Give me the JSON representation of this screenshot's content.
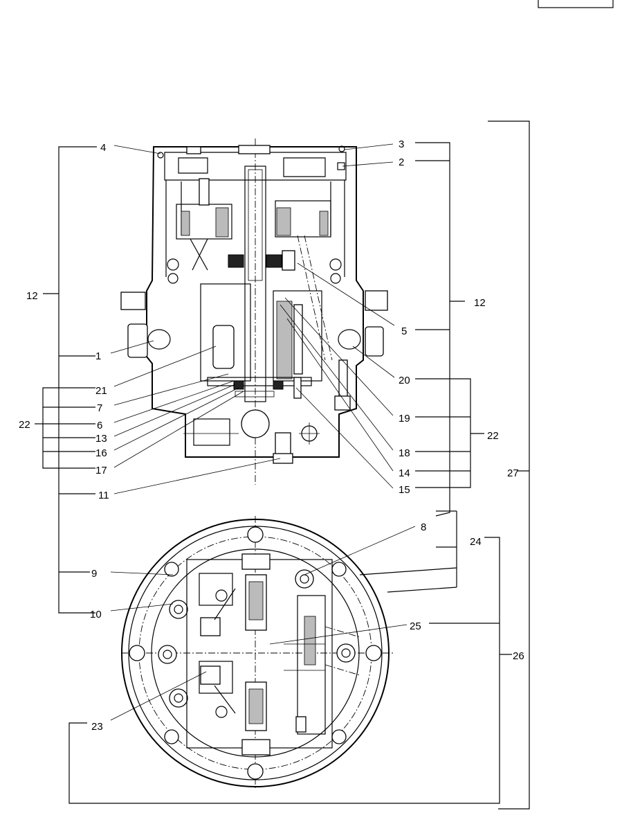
{
  "page_tab": "",
  "callouts": [
    "1",
    "2",
    "3",
    "4",
    "5",
    "6",
    "7",
    "8",
    "9",
    "10",
    "11",
    "12",
    "12",
    "13",
    "14",
    "15",
    "16",
    "17",
    "18",
    "19",
    "20",
    "21",
    "22",
    "22",
    "23",
    "24",
    "25",
    "26",
    "27"
  ]
}
